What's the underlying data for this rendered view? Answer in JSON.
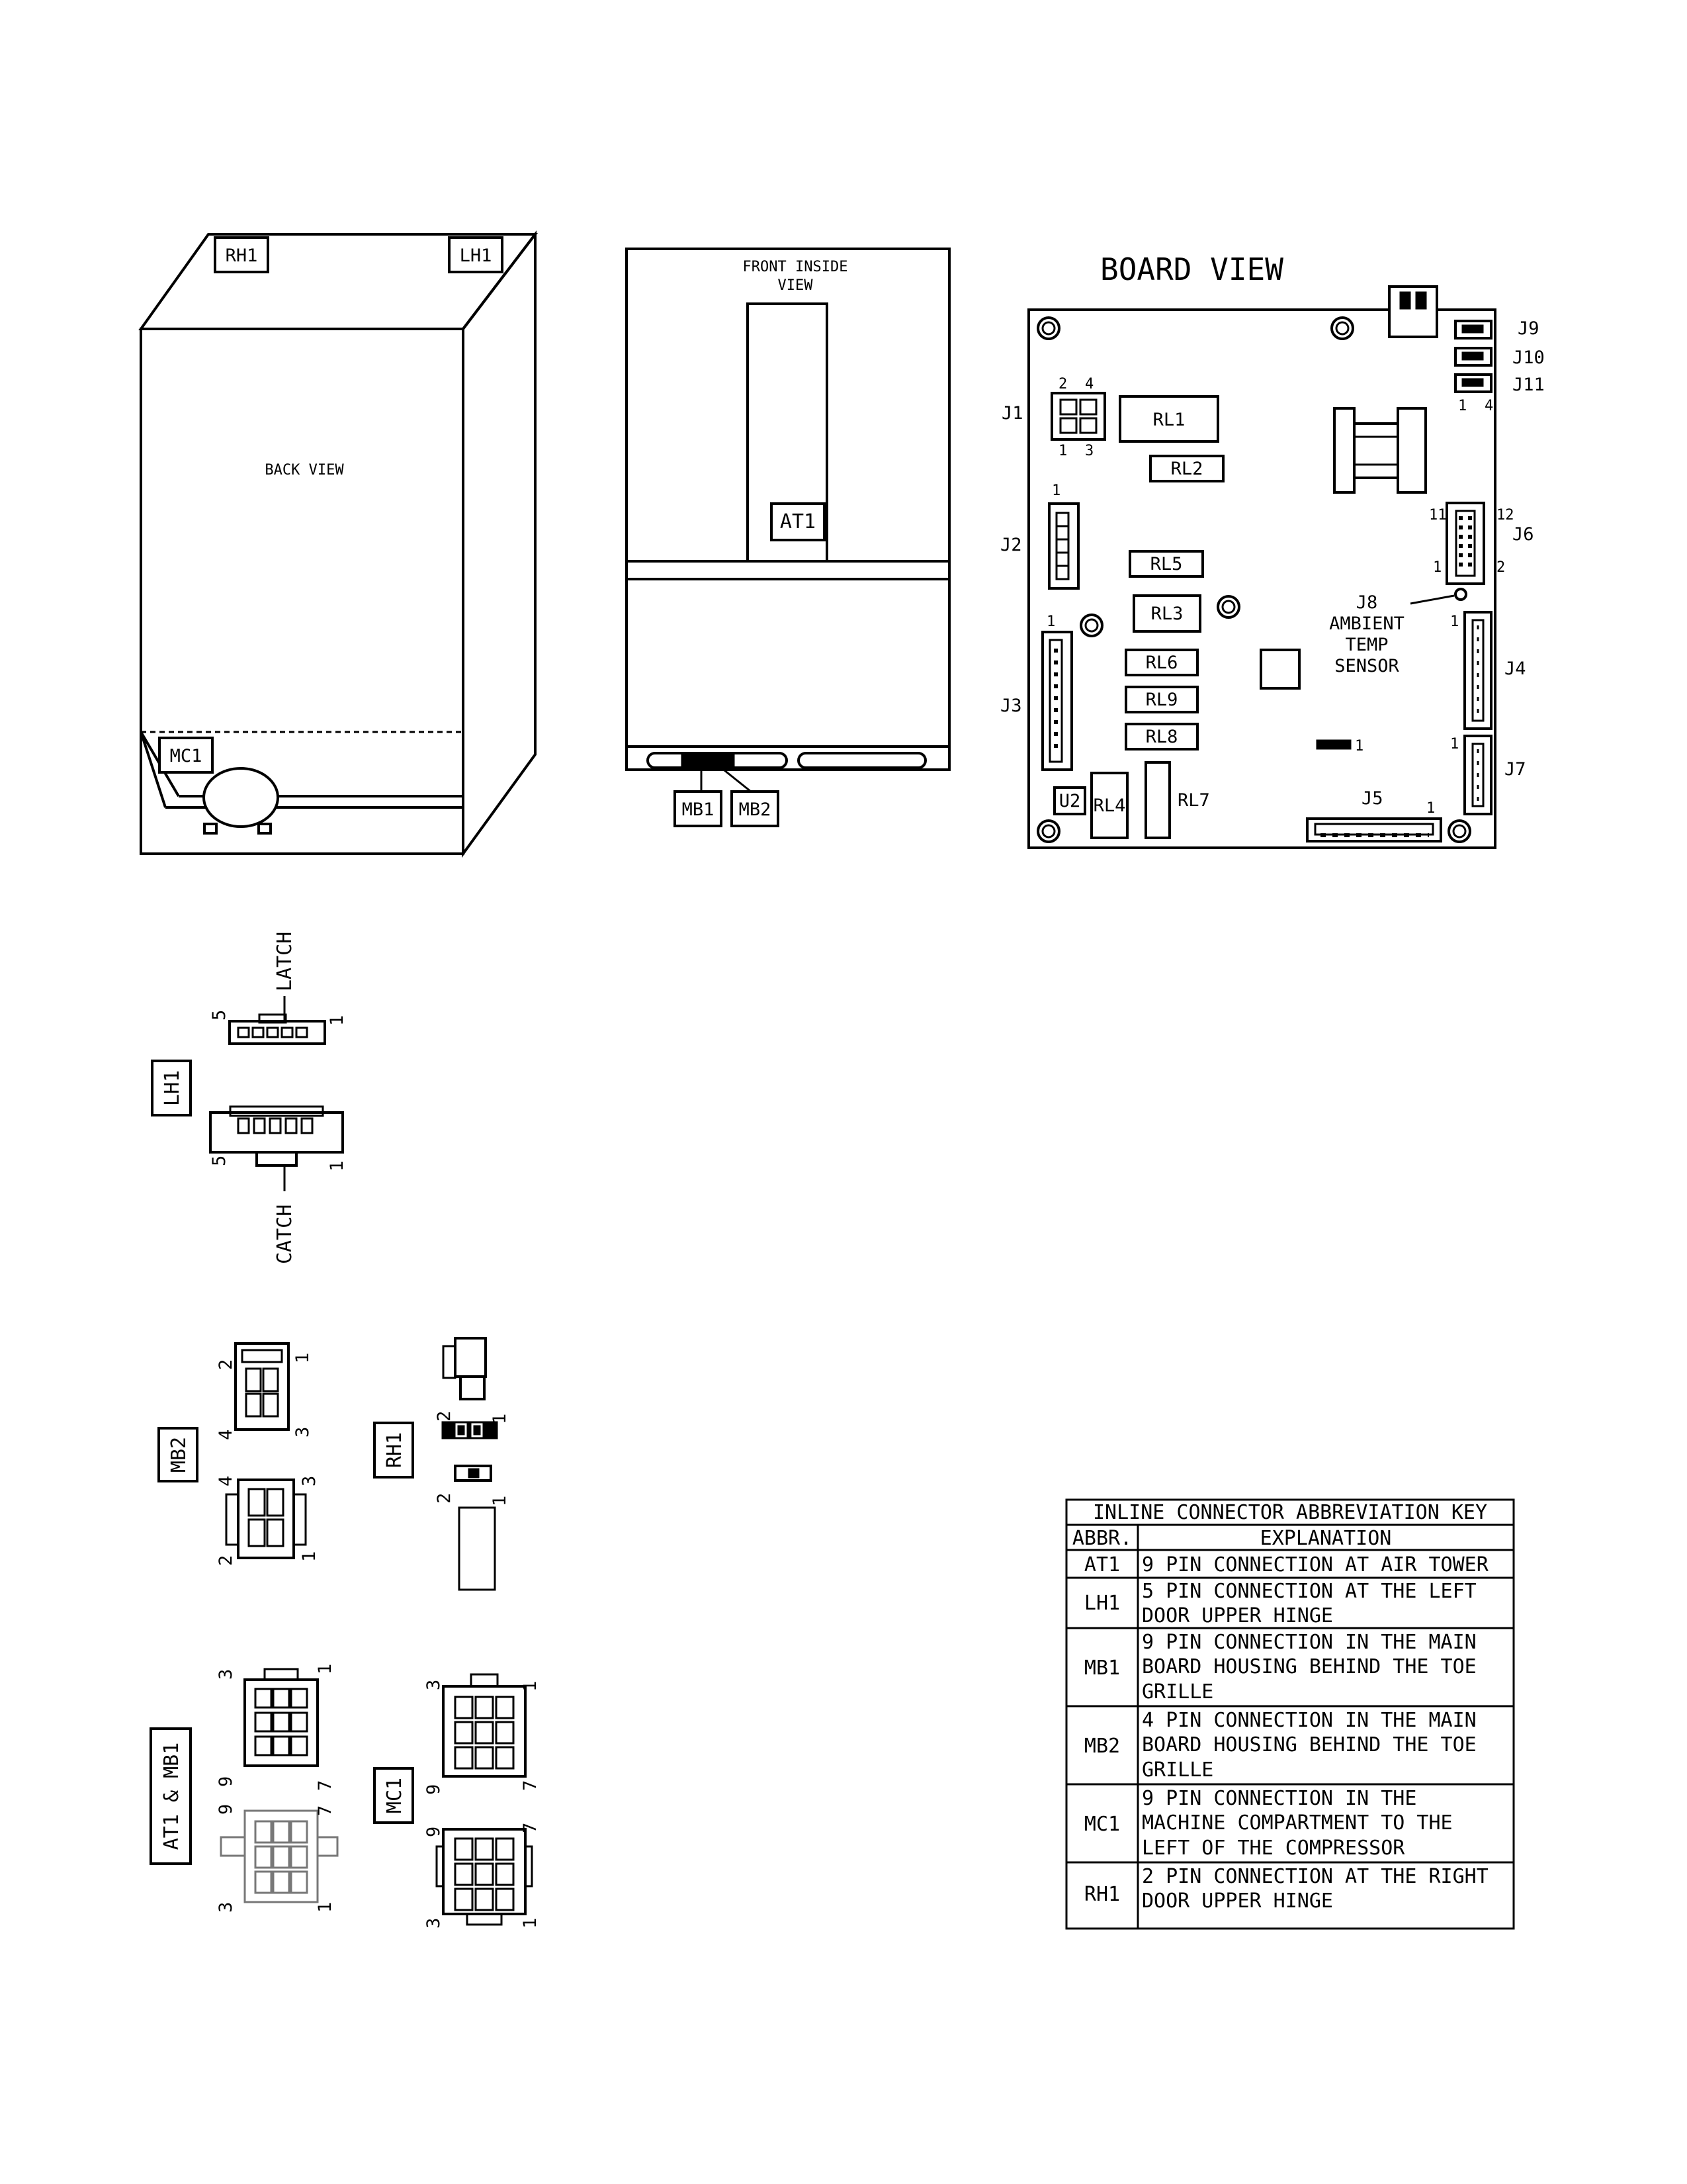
{
  "back_view": {
    "label": "BACK VIEW",
    "tags": {
      "rh1": "RH1",
      "lh1": "LH1",
      "mc1": "MC1"
    }
  },
  "front_view": {
    "label_line1": "FRONT INSIDE",
    "label_line2": "VIEW",
    "tags": {
      "at1": "AT1",
      "mb1": "MB1",
      "mb2": "MB2"
    }
  },
  "board_view": {
    "title": "BOARD VIEW",
    "relays": [
      "RL1",
      "RL2",
      "RL5",
      "RL3",
      "RL6",
      "RL9",
      "RL8",
      "RL4",
      "RL7"
    ],
    "chip": "U2",
    "jacks": {
      "j1": "J1",
      "j2": "J2",
      "j3": "J3",
      "j4": "J4",
      "j5": "J5",
      "j6": "J6",
      "j7": "J7",
      "j9": "J9",
      "j10": "J10",
      "j11": "J11"
    },
    "sensor": {
      "id": "J8",
      "line1": "AMBIENT",
      "line2": "TEMP",
      "line3": "SENSOR"
    },
    "pins": {
      "one": "1",
      "two": "2",
      "three": "3",
      "four": "4",
      "eleven": "11",
      "twelve": "12"
    }
  },
  "connectors": {
    "lh1": {
      "tag": "LH1",
      "latch": "LATCH",
      "catch": "CATCH",
      "pin_a": "5",
      "pin_b": "1"
    },
    "mb2": {
      "tag": "MB2",
      "pins": [
        "1",
        "2",
        "3",
        "4"
      ]
    },
    "rh1": {
      "tag": "RH1",
      "pins": [
        "1",
        "2"
      ]
    },
    "at1_mb1": {
      "tag": "AT1 & MB1",
      "pins": [
        "1",
        "3",
        "7",
        "9"
      ]
    },
    "mc1": {
      "tag": "MC1",
      "pins": [
        "1",
        "3",
        "7",
        "9"
      ]
    }
  },
  "key_table": {
    "title": "INLINE CONNECTOR ABBREVIATION KEY",
    "headers": [
      "ABBR.",
      "EXPLANATION"
    ],
    "rows": [
      {
        "abbr": "AT1",
        "lines": [
          "9 PIN CONNECTION AT AIR TOWER"
        ]
      },
      {
        "abbr": "LH1",
        "lines": [
          "5 PIN CONNECTION AT THE LEFT",
          "DOOR UPPER HINGE"
        ]
      },
      {
        "abbr": "MB1",
        "lines": [
          "9 PIN CONNECTION IN THE MAIN",
          "BOARD HOUSING BEHIND THE TOE",
          "GRILLE"
        ]
      },
      {
        "abbr": "MB2",
        "lines": [
          "4 PIN CONNECTION IN THE MAIN",
          "BOARD HOUSING BEHIND THE TOE",
          "GRILLE"
        ]
      },
      {
        "abbr": "MC1",
        "lines": [
          "9 PIN CONNECTION IN THE",
          "MACHINE COMPARTMENT TO THE",
          "LEFT OF THE COMPRESSOR"
        ]
      },
      {
        "abbr": "RH1",
        "lines": [
          "2 PIN CONNECTION AT THE RIGHT",
          "DOOR UPPER HINGE"
        ]
      }
    ]
  }
}
